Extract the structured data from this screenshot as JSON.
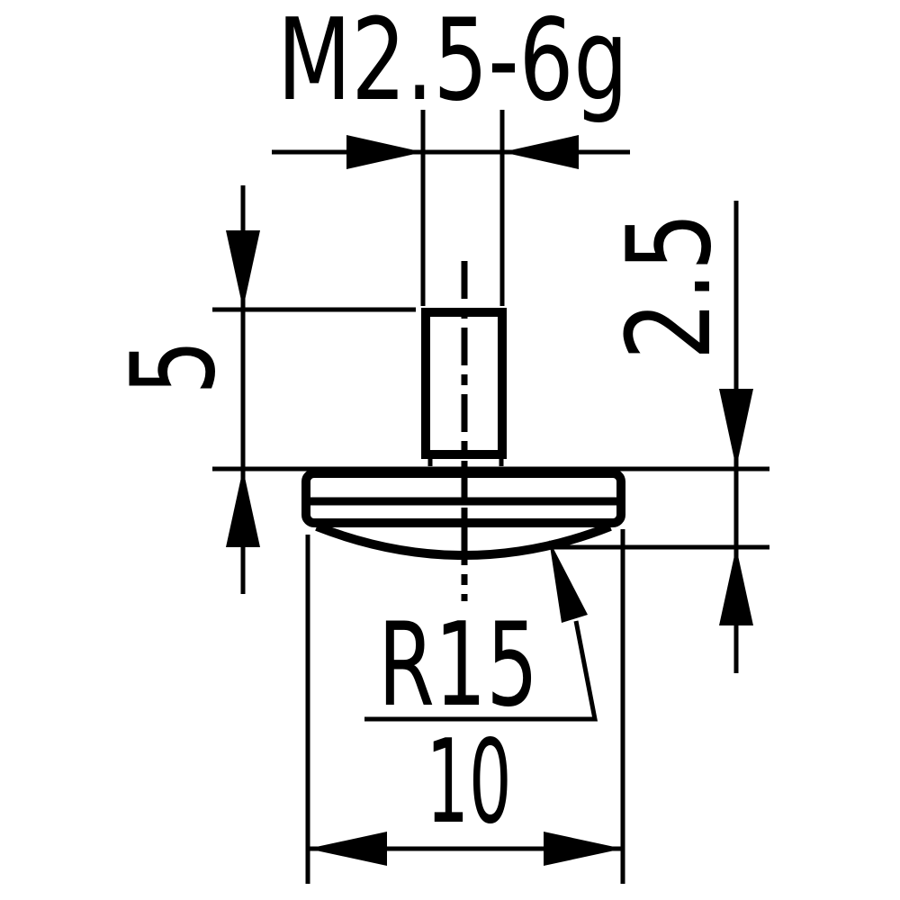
{
  "page": {
    "background_color": "#ffffff",
    "ink_color": "#000000"
  },
  "drawing": {
    "type": "technical-dimension-drawing",
    "view": "front-section of a disc-type measuring contact point with threaded stud",
    "labels": {
      "thread_spec": "M2.5-6g",
      "stud_length": "5",
      "disc_thickness": "2.5",
      "bottom_radius": "R15",
      "disc_diameter": "10"
    }
  }
}
